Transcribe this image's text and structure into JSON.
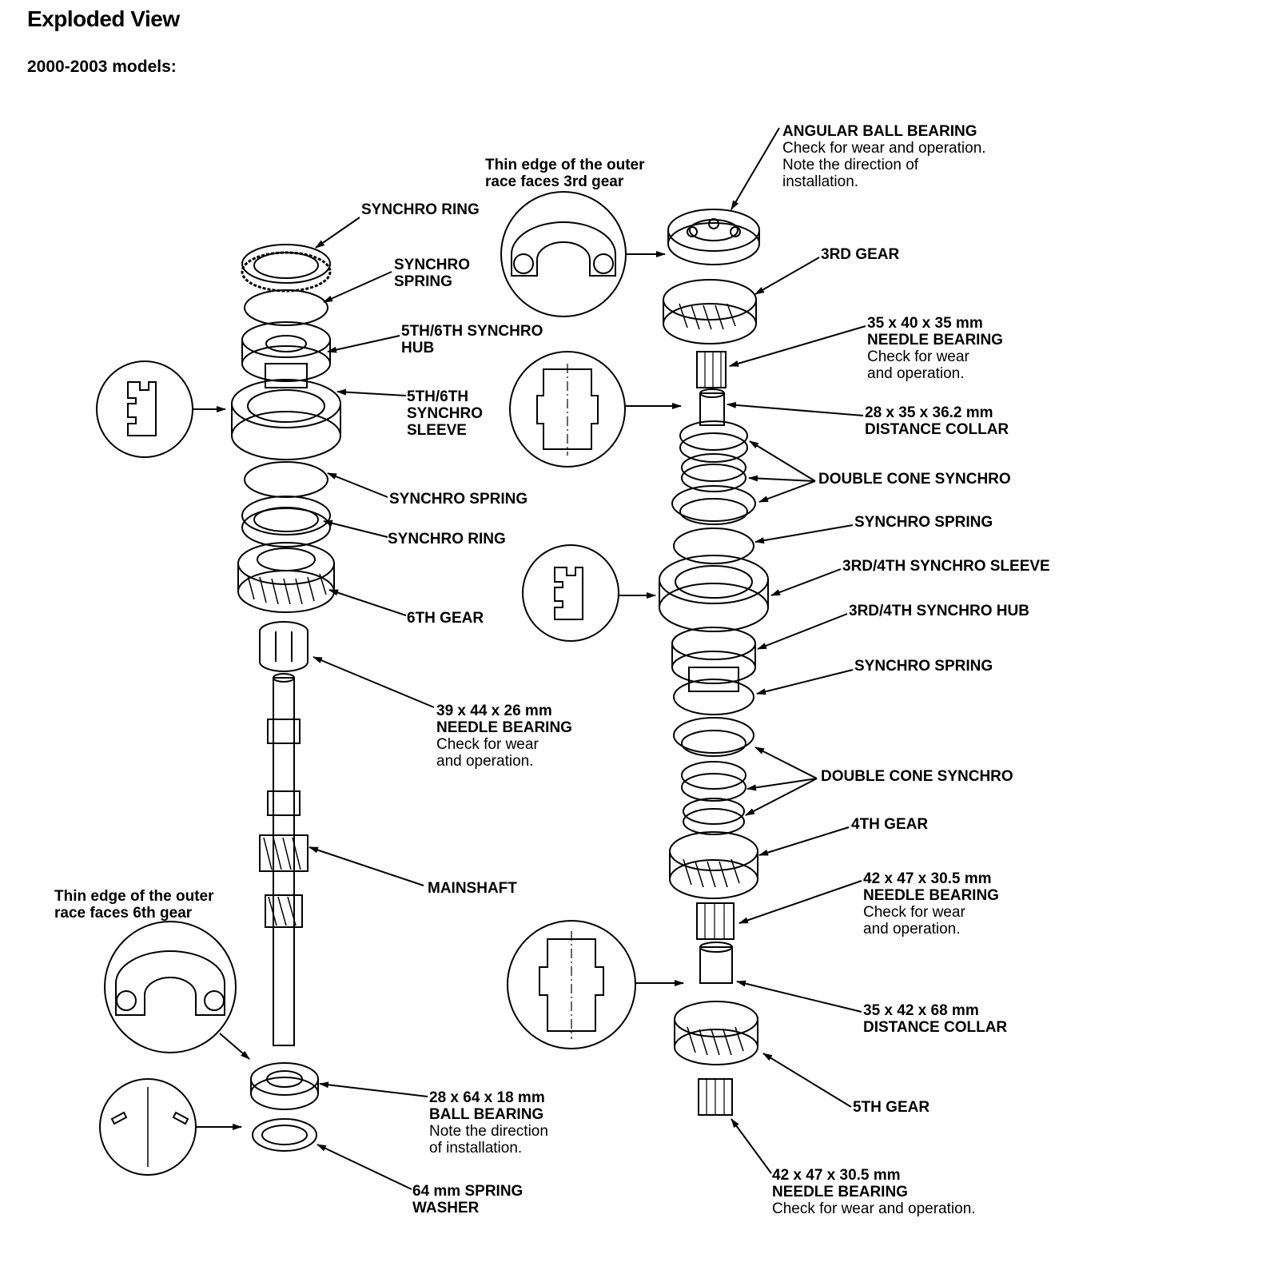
{
  "header": {
    "title": "Exploded View",
    "subtitle": "2000-2003 models:"
  },
  "labels": {
    "synchro_ring_top": "SYNCHRO RING",
    "synchro_spring_top_1": "SYNCHRO",
    "synchro_spring_top_2": "SPRING",
    "hub_56_1": "5TH/6TH SYNCHRO",
    "hub_56_2": "HUB",
    "sleeve_56_1": "5TH/6TH",
    "sleeve_56_2": "SYNCHRO",
    "sleeve_56_3": "SLEEVE",
    "synchro_spring_left": "SYNCHRO SPRING",
    "synchro_ring_left": "SYNCHRO RING",
    "gear_6th": "6TH GEAR",
    "nb39_size": "39 x 44 x 26 mm",
    "nb39_name": "NEEDLE BEARING",
    "nb39_note_1": "Check for wear",
    "nb39_note_2": "and operation.",
    "mainshaft": "MAINSHAFT",
    "thin_edge_6th_1": "Thin edge of the outer",
    "thin_edge_6th_2": "race faces 6th gear",
    "bb_size": "28 x 64 x 18 mm",
    "bb_name": "BALL BEARING",
    "bb_note_1": "Note the direction",
    "bb_note_2": "of installation.",
    "washer_1": "64 mm SPRING",
    "washer_2": "WASHER",
    "thin_edge_3rd_1": "Thin edge of the outer",
    "thin_edge_3rd_2": "race faces 3rd gear",
    "abb_name": "ANGULAR BALL BEARING",
    "abb_note_1": "Check for wear and operation.",
    "abb_note_2": "Note the direction of",
    "abb_note_3": "installation.",
    "gear_3rd": "3RD GEAR",
    "nb35_size": "35 x 40 x 35 mm",
    "nb35_name": "NEEDLE BEARING",
    "nb35_note_1": "Check for wear",
    "nb35_note_2": "and operation.",
    "dc28_size": "28 x 35 x 36.2 mm",
    "dc28_name": "DISTANCE COLLAR",
    "dcs_upper": "DOUBLE CONE SYNCHRO",
    "synchro_spring_r1": "SYNCHRO SPRING",
    "sleeve_34": "3RD/4TH SYNCHRO SLEEVE",
    "hub_34": "3RD/4TH SYNCHRO HUB",
    "synchro_spring_r2": "SYNCHRO SPRING",
    "dcs_lower": "DOUBLE CONE SYNCHRO",
    "gear_4th": "4TH GEAR",
    "nb42a_size": "42 x 47 x 30.5 mm",
    "nb42a_name": "NEEDLE BEARING",
    "nb42a_note_1": "Check for wear",
    "nb42a_note_2": "and operation.",
    "dc35_size": "35 x 42 x 68 mm",
    "dc35_name": "DISTANCE COLLAR",
    "gear_5th": "5TH GEAR",
    "nb42b_size": "42 x 47 x 30.5 mm",
    "nb42b_name": "NEEDLE BEARING",
    "nb42b_note": "Check for wear and operation."
  }
}
